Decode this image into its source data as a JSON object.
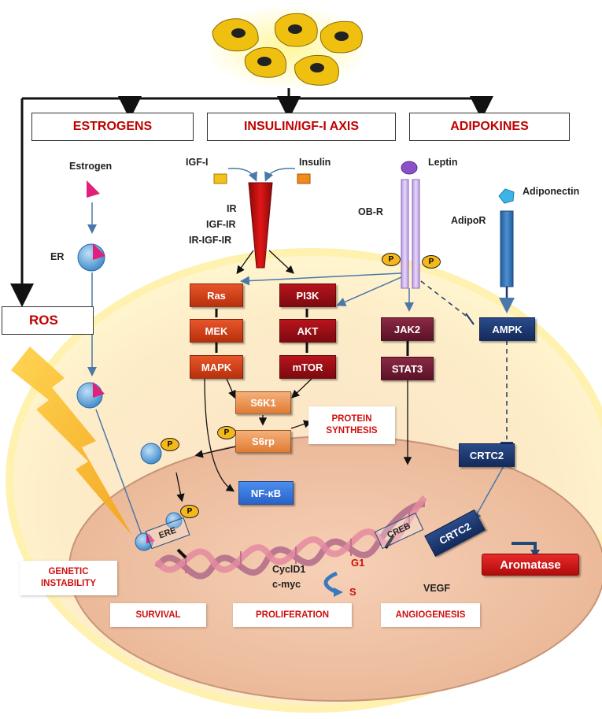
{
  "header_boxes": {
    "estrogens": "ESTROGENS",
    "insulin_axis": "INSULIN/IGF-I AXIS",
    "adipokines": "ADIPOKINES",
    "ros": "ROS"
  },
  "ligands": {
    "estrogen": "Estrogen",
    "igf1": "IGF-I",
    "insulin": "Insulin",
    "leptin": "Leptin",
    "adiponectin": "Adiponectin"
  },
  "receptors": {
    "er": "ER",
    "ir": "IR",
    "igf_ir": "IGF-IR",
    "ir_igf_ir": "IR-IGF-IR",
    "ob_r": "OB-R",
    "adipo_r": "AdipoR"
  },
  "signaling": {
    "ras": "Ras",
    "mek": "MEK",
    "mapk": "MAPK",
    "pi3k": "PI3K",
    "akt": "AKT",
    "mtor": "mTOR",
    "jak2": "JAK2",
    "stat3": "STAT3",
    "ampk": "AMPK",
    "s6k1": "S6K1",
    "s6rp": "S6rp",
    "nfkb": "NF-κB",
    "crtc2_cyto": "CRTC2",
    "crtc2_nuc": "CRTC2",
    "creb": "CREB",
    "ere": "ERE",
    "aromatase": "Aromatase",
    "p": "P"
  },
  "nucleus_labels": {
    "cycld1": "CyclD1",
    "cmyc": "c-myc",
    "g1": "G1",
    "s": "S",
    "vegf": "VEGF"
  },
  "outcomes": {
    "protein_synthesis_1": "PROTEIN",
    "protein_synthesis_2": "SYNTHESIS",
    "genetic_1": "GENETIC",
    "genetic_2": "INSTABILITY",
    "survival": "SURVIVAL",
    "proliferation": "PROLIFERATION",
    "angiogenesis": "ANGIOGENESIS"
  },
  "colors": {
    "outcome_text": "#d01010",
    "header_text": "#c00000",
    "arrow_blue": "#4a78a8",
    "cell": "#fdeec4",
    "nucleus": "#f0c3a8"
  }
}
